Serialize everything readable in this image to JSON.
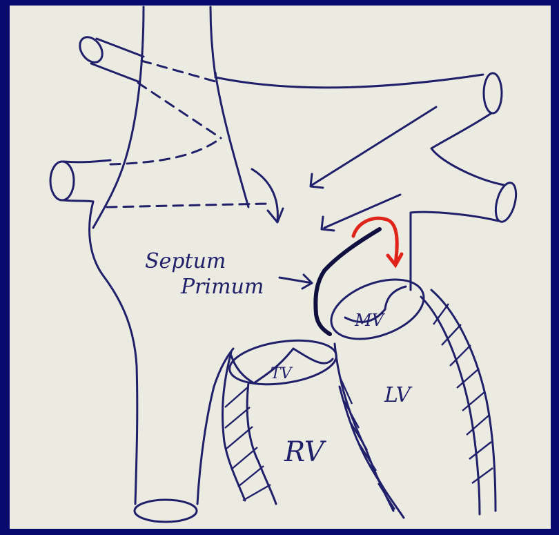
{
  "labels": {
    "septum_line1": "Septum",
    "septum_line2": "Primum",
    "mv": "MV",
    "tv": "TV",
    "lv": "LV",
    "rv": "RV"
  },
  "colors": {
    "background": "#0a0a6e",
    "paper": "#ecebe2",
    "ink": "#1f1f6a",
    "flow_arrow": "#e0241a"
  }
}
